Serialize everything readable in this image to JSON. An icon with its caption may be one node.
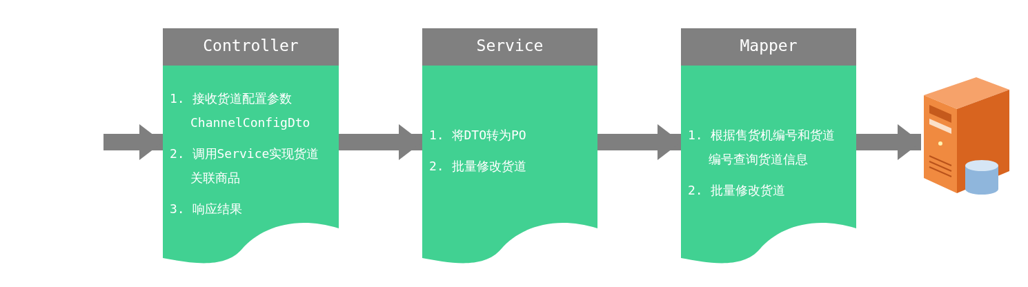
{
  "diagram": {
    "nodes": [
      {
        "text": [
          "Controller",
          "1. 接收货道配置参数ChannelConfigDto",
          "2. 调用Service实现货道关联商品",
          "3. 响应结果"
        ]
      },
      {
        "text": [
          "Service",
          "1. 将DTO转为PO",
          "2. 批量修改货道"
        ]
      },
      {
        "text": [
          "Mapper",
          "1. 根据售货机编号和货道编号查询货道信息",
          "2. 批量修改货道"
        ]
      },
      {
        "text": [],
        "shape": "picture"
      }
    ],
    "edges": [
      {
        "from": null,
        "to": 0,
        "arrow": "to"
      },
      {
        "from": 0,
        "to": 1,
        "arrow": "to"
      },
      {
        "from": 1,
        "to": 2,
        "arrow": "to"
      },
      {
        "from": 2,
        "to": 3,
        "arrow": "to"
      }
    ]
  }
}
